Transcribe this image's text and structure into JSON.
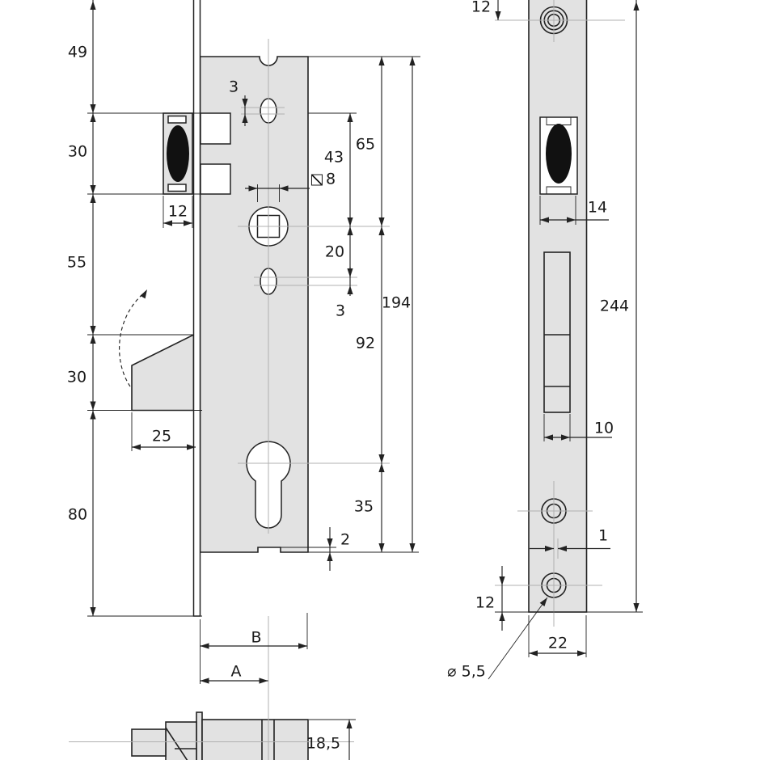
{
  "colors": {
    "background": "#ffffff",
    "case_fill": "#e2e2e2",
    "line": "#222222",
    "centerline": "#b0b0b0",
    "bolt_fill": "#111111"
  },
  "front_view": {
    "vertical_chain": {
      "top_to_latch": "49",
      "latch_height": "30",
      "latch_to_deadbolt": "55",
      "deadbolt_height": "30",
      "deadbolt_to_bottom": "80"
    },
    "latch_bolt_width": "12",
    "top_hole_offset": "3",
    "latch_to_follower": "43",
    "follower_square_size": "8",
    "case_top_to_follower": "65",
    "follower_to_lower_hole": "20",
    "lower_hole_offset": "3",
    "case_length": "194",
    "follower_to_cylinder": "92",
    "cylinder_to_case_bottom": "35",
    "bottom_notch_depth": "2",
    "deadbolt_throw": "25",
    "case_depth_label": "B",
    "backset_label": "A"
  },
  "side_view": {
    "top_edge_to_screw": "12",
    "latch_cutout_width": "14",
    "faceplate_length": "244",
    "bolt_slot_width": "10",
    "screw_hole_offset": "1",
    "screw_to_bottom_edge": "12",
    "faceplate_width": "22",
    "screw_hole_diameter": "⌀ 5,5"
  },
  "top_view": {
    "case_thickness": "18,5"
  }
}
